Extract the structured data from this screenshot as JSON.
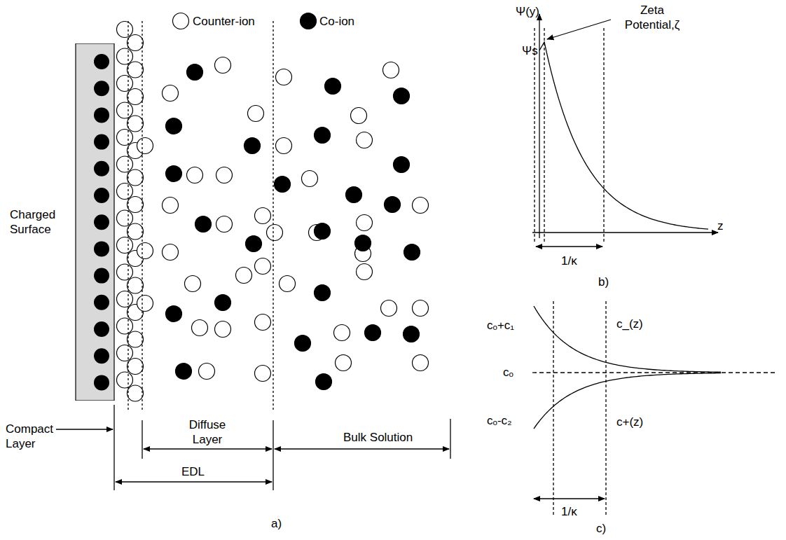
{
  "diagram": {
    "nodes": [
      {
        "text": [
          "Charged Surface"
        ]
      }
    ],
    "labels": [
      "Compact Layer",
      "Diffuse Layer",
      "Bulk Solution",
      "EDL",
      "a)",
      "Ψ(y)",
      "Zeta Potential,ζ",
      "Ψs",
      "1/κ",
      "z",
      "b)",
      "cₒ+c₁",
      "c_(z)",
      "cₒ",
      "cₒ-c₂",
      "c+(z)",
      "1/κ",
      "c)"
    ],
    "legend": [
      {
        "text": "Counter-ion"
      },
      {
        "text": "Co-ion"
      }
    ]
  }
}
